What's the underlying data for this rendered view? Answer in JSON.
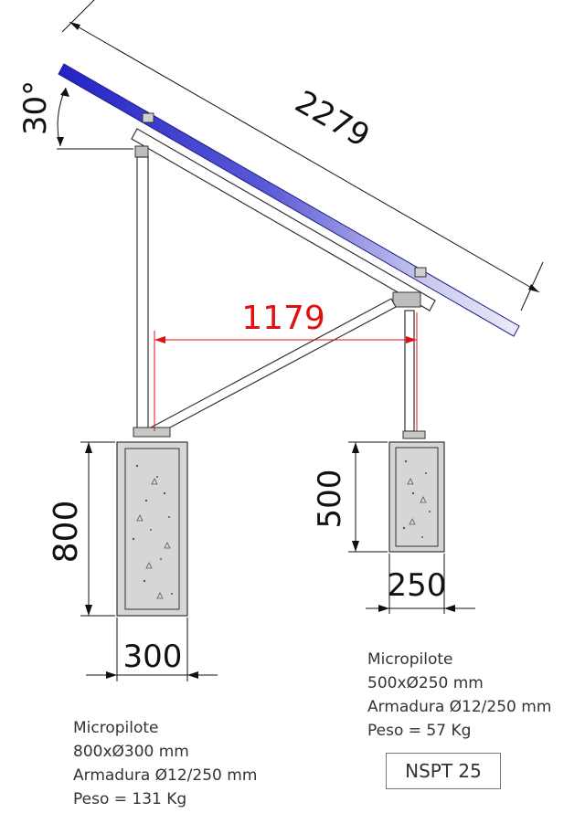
{
  "dimensions": {
    "angle": "30°",
    "panel_length": "2279",
    "post_spacing": "1179",
    "left_foundation_depth": "800",
    "left_foundation_diameter": "300",
    "right_foundation_depth": "500",
    "right_foundation_diameter": "250"
  },
  "left_pile": {
    "title": "Micropilote",
    "size": "800xØ300 mm",
    "reinforcement": "Armadura Ø12/250 mm",
    "weight": "Peso = 131 Kg"
  },
  "right_pile": {
    "title": "Micropilote",
    "size": "500xØ250 mm",
    "reinforcement": "Armadura Ø12/250 mm",
    "weight": "Peso = 57 Kg"
  },
  "soil_label": "NSPT 25",
  "colors": {
    "panel": "#2828c8",
    "panel_light": "#e8e8f4",
    "dimension_red": "#e01010",
    "concrete": "#d6d6d6",
    "line": "#111111"
  }
}
